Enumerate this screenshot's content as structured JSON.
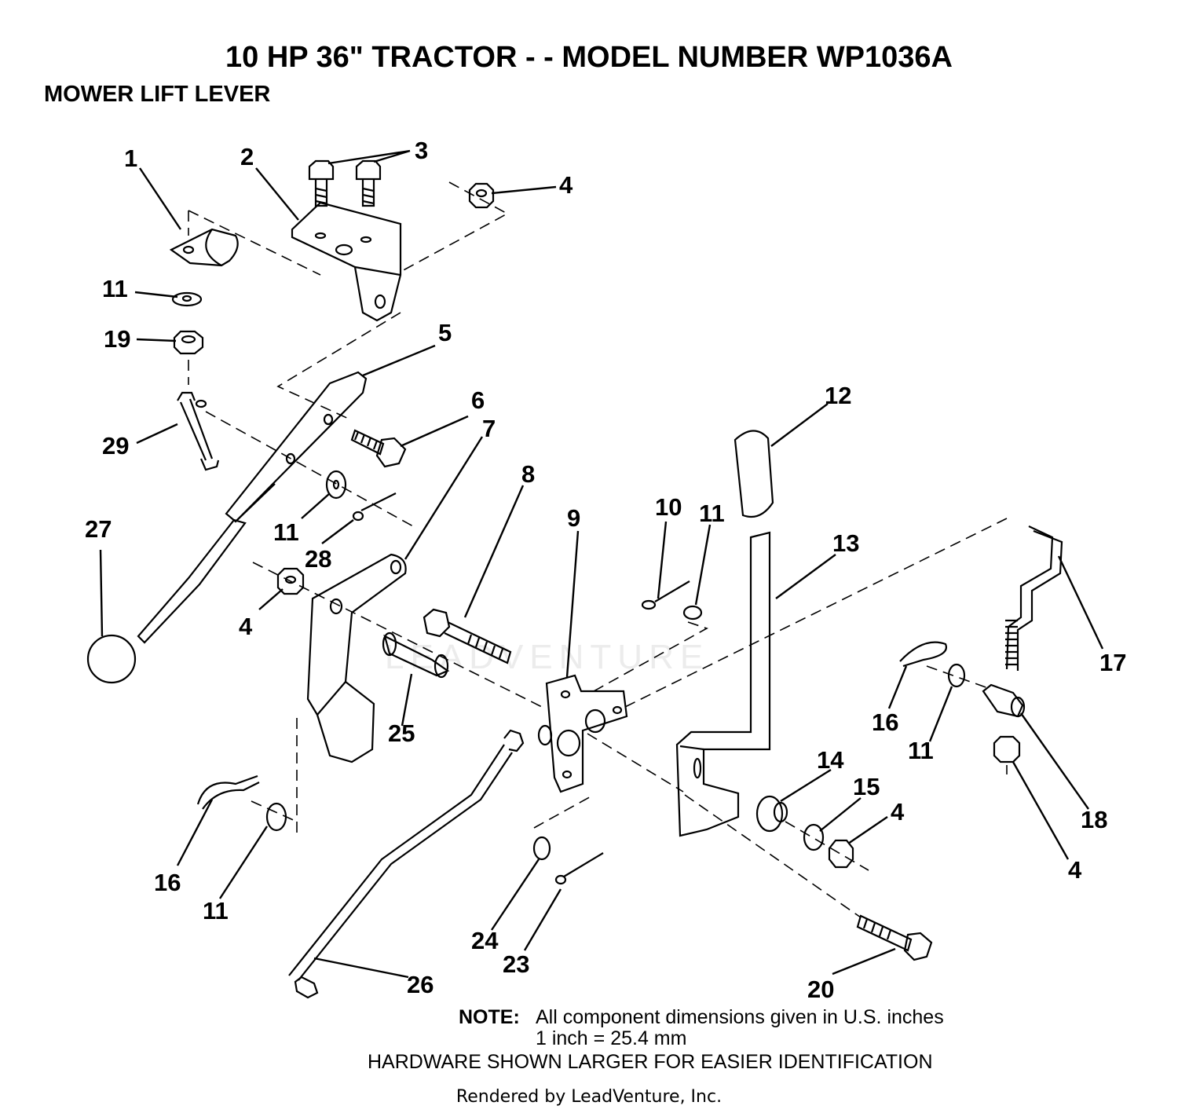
{
  "title": "10 HP 36\" TRACTOR - - MODEL NUMBER WP1036A",
  "subtitle": "MOWER LIFT LEVER",
  "callouts": [
    "1",
    "2",
    "3",
    "4",
    "11",
    "19",
    "5",
    "6",
    "29",
    "7",
    "12",
    "8",
    "10",
    "11",
    "27",
    "11",
    "28",
    "9",
    "13",
    "4",
    "17",
    "25",
    "16",
    "11",
    "14",
    "15",
    "4",
    "18",
    "16",
    "11",
    "24",
    "23",
    "4",
    "26",
    "20"
  ],
  "note": {
    "label": "NOTE:",
    "text": "All component dimensions given in U.S. inches",
    "conversion": "1 inch = 25.4 mm",
    "hardware": "HARDWARE SHOWN LARGER FOR EASIER IDENTIFICATION"
  },
  "watermark": "LEADVENTURE",
  "footer": "Rendered by LeadVenture, Inc."
}
